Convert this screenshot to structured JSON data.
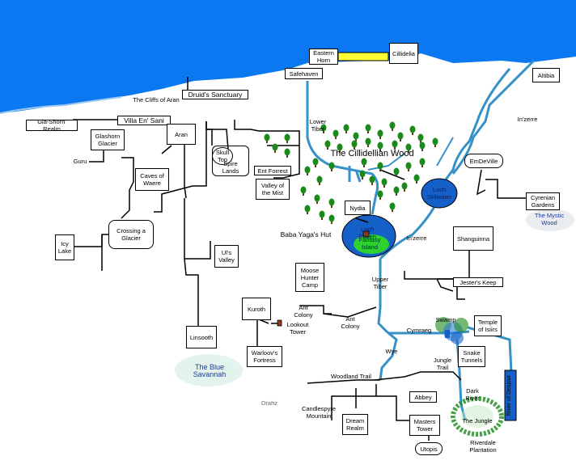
{
  "places": {
    "eastern_horn": "Eastern Horn",
    "cillidelia": "Cillidelia",
    "safehaven": "Safehaven",
    "altibia": "Altibia",
    "cliffs_of_aran": "The Cliffs of Aran",
    "druids_sanctuary": "Druid's Sanctuary",
    "villa_en_sani": "Villa En' Sani",
    "gla_shorn_realm": "Gla-Shorn' Realm",
    "glashorn_glacier": "Glashorn Glacier",
    "aran": "Aran",
    "guru": "Guru",
    "skull_top": "Skull Top",
    "spire_lands": "Spire Lands",
    "ent_forrest": "Ent Forrest",
    "valley_of_the_mist": "Valley of the Mist",
    "caves_of_waere": "Caves of Waere",
    "icy_lake": "Icy Lake",
    "crossing_a_glacier": "Crossing a Glacier",
    "uls_valley": "Ul's Valley",
    "lower_tiber": "Lower Tiber",
    "cillidellian_wood": "The Cillidellian Wood",
    "inzerre_upper": "In'zerre",
    "emdeville": "EmDeVille",
    "loch_stillwater": "Loch Stillwater",
    "cyrenian_gardens": "Cyrenian Gardens",
    "the_mystic_wood": "The Mystic Wood",
    "nydia": "Nydia",
    "baba_yagas_hut": "Baba Yaga's Hut",
    "loch_raven": "Loch Raven",
    "fantasy_island": "Fantasy Island",
    "inzerre_lower": "In'zerre",
    "shanguinna": "Shanguinna",
    "jesters_keep": "Jester's Keep",
    "moose_hunter_camp": "Moose Hunter Camp",
    "upper_tiber": "Upper Tiber",
    "kuroth": "Kuroth",
    "ant_colony_1": "Ant Colony",
    "ant_colony_2": "Ant Colony",
    "lookout_tower": "Lookout Tower",
    "linsooth": "Linsooth",
    "warloovs_fortress": "Warloov's Fortress",
    "the_blue_savannah": "The Blue Savannah",
    "swamp": "Swamp",
    "temple_of_isiirs": "Temple of Isiirs",
    "cymraeg": "Cymraeg",
    "snake_tunnels": "Snake Tunnels",
    "wye": "Wye",
    "jungle_trail": "Jungle Trail",
    "woodland_trail": "Woodland Trail",
    "abbey": "Abbey",
    "dark_river": "Dark River",
    "river_of_despair": "River of Despair",
    "drahz": "Drahz",
    "candlespyre_mountain": "Candlespyre Mountain",
    "dream_realm": "Dream Realm",
    "masters_tower": "Masters Tower",
    "the_jungle": "The Jungle",
    "utopis": "Utopis",
    "riverdale_plantation": "Riverdale Plantation"
  },
  "colors": {
    "sea": "#0a78f0",
    "river": "#3591c8",
    "lake": "#1560c8",
    "bridge": "#ffff33",
    "tree": "#1a8a1a",
    "island": "#2fd12f"
  }
}
